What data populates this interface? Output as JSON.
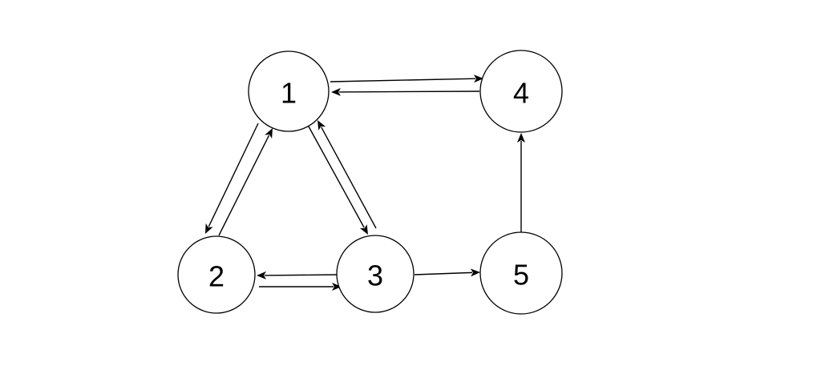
{
  "nodes": [
    {
      "id": "1",
      "label": "1"
    },
    {
      "id": "2",
      "label": "2"
    },
    {
      "id": "3",
      "label": "3"
    },
    {
      "id": "4",
      "label": "4"
    },
    {
      "id": "5",
      "label": "5"
    }
  ],
  "edges": [
    {
      "from": "1",
      "to": "4"
    },
    {
      "from": "4",
      "to": "1"
    },
    {
      "from": "1",
      "to": "2"
    },
    {
      "from": "2",
      "to": "1"
    },
    {
      "from": "1",
      "to": "3"
    },
    {
      "from": "3",
      "to": "1"
    },
    {
      "from": "3",
      "to": "2"
    },
    {
      "from": "2",
      "to": "3"
    },
    {
      "from": "3",
      "to": "5"
    },
    {
      "from": "5",
      "to": "4"
    }
  ],
  "colors": {
    "stroke": "#000000",
    "fill": "#ffffff"
  }
}
